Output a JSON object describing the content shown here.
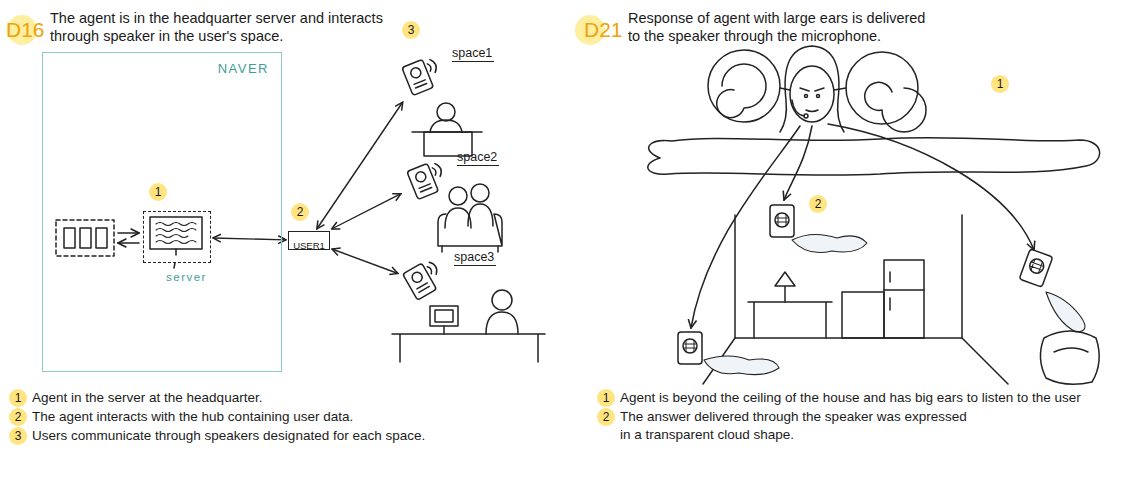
{
  "diagram": {
    "nodes": [
      {
        "text": [
          "NAVER"
        ]
      },
      {
        "text": [
          "server"
        ],
        "in": 0
      },
      {
        "text": [
          "USER1"
        ]
      },
      {
        "text": [
          "space1"
        ]
      },
      {
        "text": [
          "space2"
        ]
      },
      {
        "text": [
          "space3"
        ]
      }
    ],
    "edges": [
      {
        "from": 1,
        "to": 2,
        "arrow": "both"
      },
      {
        "from": 2,
        "to": 3,
        "arrow": "both"
      },
      {
        "from": 2,
        "to": 4,
        "arrow": "both"
      },
      {
        "from": 2,
        "to": 5,
        "arrow": "both"
      }
    ],
    "labels": [
      "D16",
      "The agent is in the headquarter server and interacts through speaker in the user's space.",
      "1",
      "2",
      "3",
      "1",
      "Agent in the server at the headquarter.",
      "2",
      "The agent interacts with the hub containing user data.",
      "3",
      "Users communicate through speakers designated for each space.",
      "D21",
      "Response of agent with large ears is delivered to the speaker through the microphone.",
      "1",
      "2",
      "1",
      "Agent is beyond the ceiling of the house and has big ears to listen to the user",
      "2",
      "The answer delivered through the speaker was expressed in a transparent cloud shape."
    ]
  }
}
